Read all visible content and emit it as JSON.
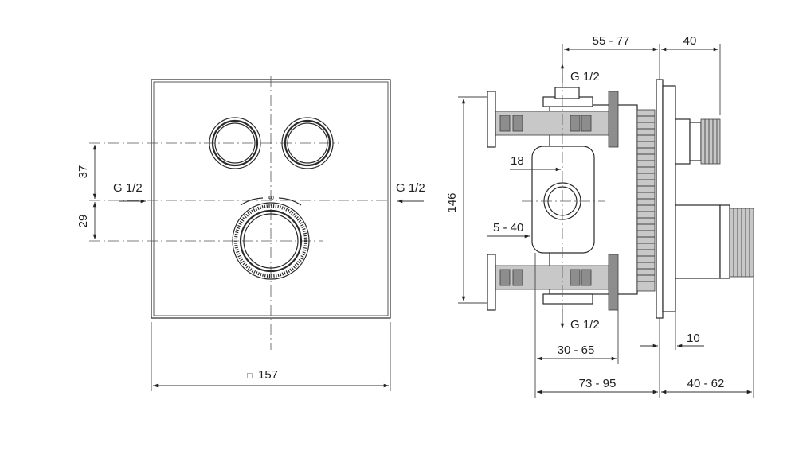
{
  "front_view": {
    "width_label": "157",
    "square_symbol": "□",
    "upper_offset": "37",
    "lower_offset": "29",
    "inlet_left": "G 1/2",
    "inlet_right": "G 1/2",
    "knob_scale": "40"
  },
  "side_view": {
    "top_depth": "55 - 77",
    "top_projection": "40",
    "top_connection": "G 1/2",
    "bottom_connection": "G 1/2",
    "height": "146",
    "inner_offset": "18",
    "inner_range": "5 - 40",
    "mid_range": "30 - 65",
    "plate_thickness": "10",
    "body_depth": "73 - 95",
    "outlet_projection": "40 - 62"
  }
}
